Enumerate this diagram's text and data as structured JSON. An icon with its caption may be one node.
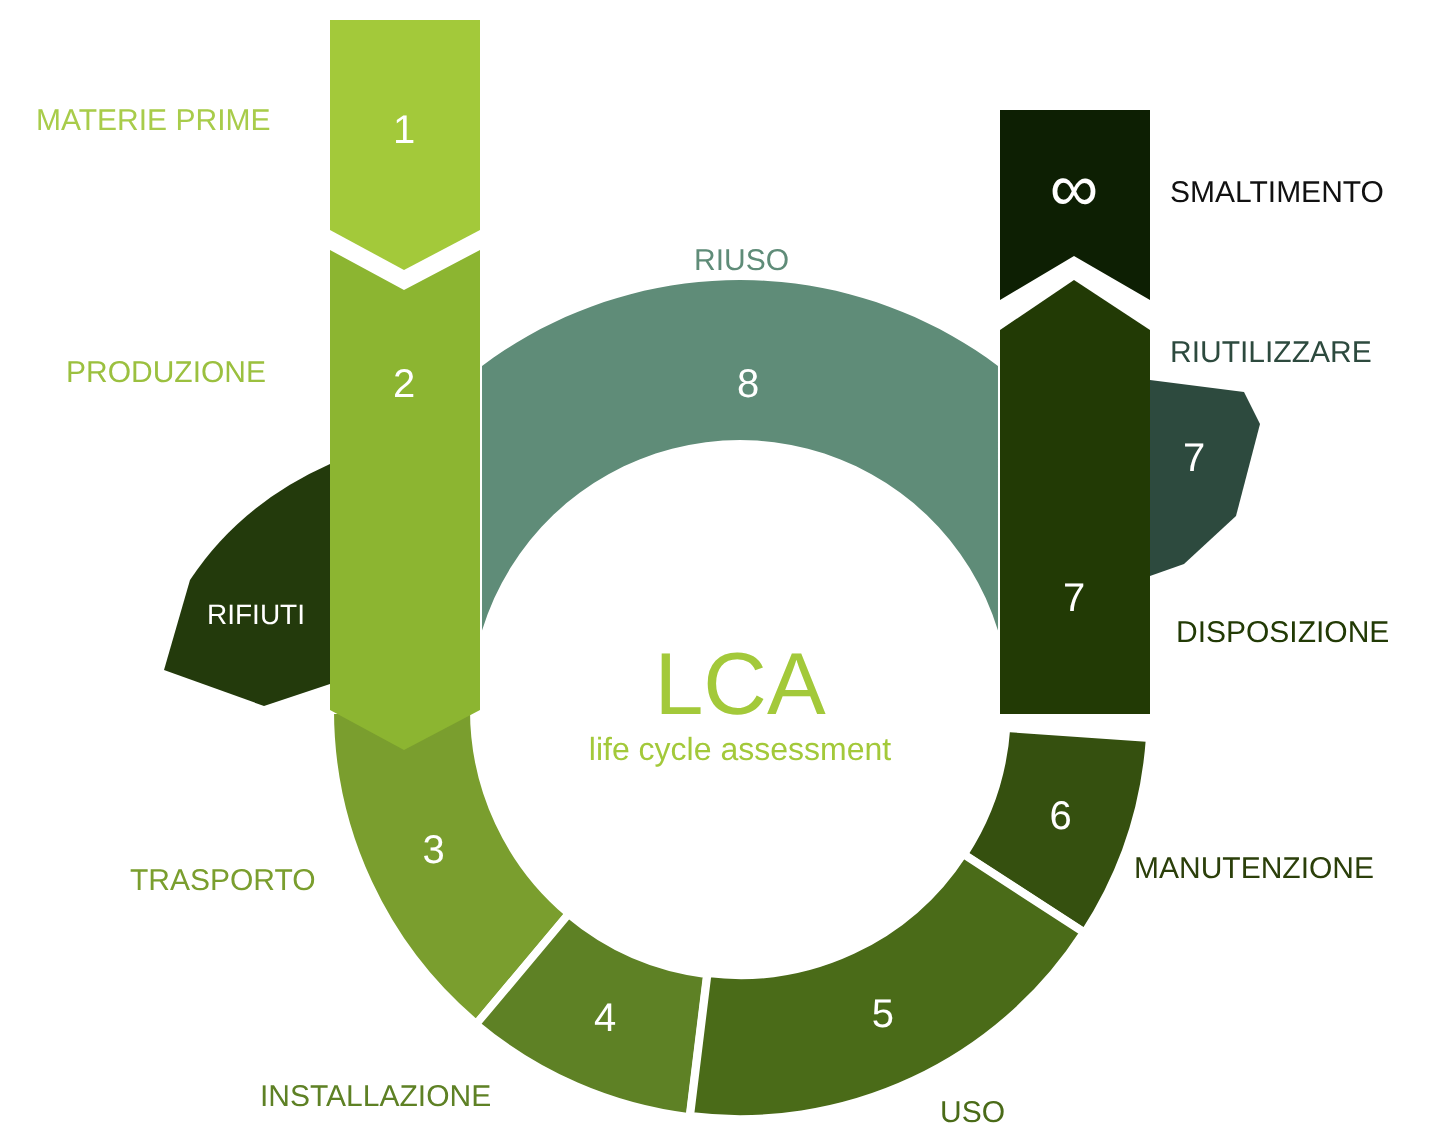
{
  "diagram": {
    "nodes": [
      {
        "text": [
          "1"
        ],
        "beside": [
          "MATERIE PRIME"
        ]
      },
      {
        "text": [
          "∞"
        ],
        "beside": [
          "SMALTIMENTO"
        ]
      },
      {
        "text": [
          "8"
        ],
        "beside": [
          "RIUSO"
        ]
      },
      {
        "text": [
          "2"
        ],
        "beside": [
          "PRODUZIONE"
        ]
      },
      {
        "text": [
          "7"
        ],
        "beside": [
          "RIUTILIZZARE"
        ]
      },
      {
        "text": [
          "RIFIUTI"
        ]
      },
      {
        "text": [
          "7"
        ],
        "beside": [
          "DISPOSIZIONE"
        ]
      },
      {
        "text": [
          "LCA",
          "life cycle assessment"
        ]
      },
      {
        "text": [
          "6"
        ],
        "beside": [
          "MANUTENZIONE"
        ]
      },
      {
        "text": [
          "3"
        ],
        "beside": [
          "TRASPORTO"
        ]
      },
      {
        "text": [
          "4"
        ],
        "beside": [
          "INSTALLAZIONE"
        ]
      },
      {
        "text": [
          "5"
        ],
        "beside": [
          "USO"
        ]
      }
    ]
  }
}
